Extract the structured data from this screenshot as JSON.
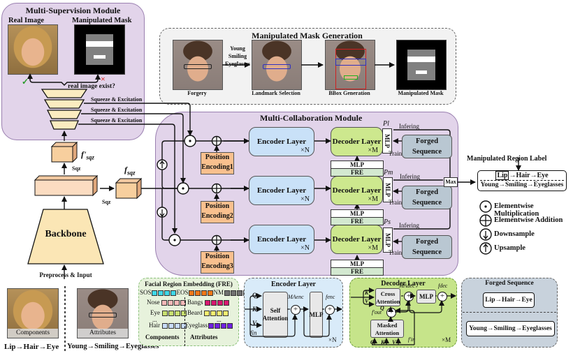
{
  "msm": {
    "title": "Multi-Supervision Module",
    "real_image_label": "Real Image",
    "mask_label": "Manipulated Mask",
    "question": "real image exist?",
    "check_icon": "✓",
    "cross_icon": "×",
    "se_labels": [
      "Squeeze & Excitation",
      "Squeeze & Excitation",
      "Squeeze & Excitation"
    ]
  },
  "mmg": {
    "title": "Manipulated Mask Generation",
    "steps": [
      "Forgery",
      "Landmark Selection",
      "BBox Generation",
      "Manipulated Mask"
    ],
    "attr_text": [
      "Young",
      "Smiling",
      "Eyeglasses"
    ]
  },
  "backbone": {
    "label": "Backbone",
    "input_label": "Preprocess & Input",
    "sqz_label": "Sqz",
    "f_sqz_prime": "f'sqz",
    "f_sqz": "fsqz"
  },
  "mcm": {
    "title": "Multi-Collaboration Module",
    "encoder_label": "Encoder Layer",
    "decoder_label": "Decoder Layer",
    "xN": "×N",
    "xM": "×M",
    "position_encodings": [
      [
        "Position",
        "Encoding1"
      ],
      [
        "Position",
        "Encoding2"
      ],
      [
        "Position",
        "Encoding3"
      ]
    ],
    "mlp": "MLP",
    "fre": "FRE",
    "p_labels": [
      "Pl",
      "Pm",
      "Ps"
    ],
    "infering": "Infering",
    "train": "Train",
    "forged_sequence": [
      "Forged",
      "Sequence"
    ],
    "max": "Max"
  },
  "output": {
    "title": "Manipulated Region Label",
    "components_seq": [
      "Lip",
      "Hair",
      "Eye"
    ],
    "attributes_seq": "Young→Smiling→Eyeglasses",
    "arrow": "→"
  },
  "legend": [
    {
      "icon": "⊙",
      "label": "Elementwise Multiplication"
    },
    {
      "icon": "⊕",
      "label": "Elementwise Addition"
    },
    {
      "icon": "↓",
      "label": "Downsample"
    },
    {
      "icon": "↑",
      "label": "Upsample"
    }
  ],
  "inputs": {
    "components_label": "Components",
    "attributes_label": "Attributes",
    "components_seq": "Lip→Hair→Eye",
    "attributes_seq": "Young→Smiling→Eyeglasses"
  },
  "fre_panel": {
    "title": "Facial Region Embedding (FRE)",
    "sos": "SOS",
    "eos": "EOS",
    "nm": "NM",
    "components": [
      "Nose",
      "Eye",
      "...",
      "Hair"
    ],
    "attributes": [
      "Bangs",
      "Beard",
      "...",
      "Eyeglass"
    ],
    "components_label": "Components",
    "attributes_label": "Attributes",
    "colors": {
      "sos": "#3fd8e8",
      "eos": "#f07818",
      "nm": "#707070",
      "nose": "#f4b8b8",
      "eye": "#c8e070",
      "hair": "#c8dcf8",
      "bangs": "#d81870",
      "beard": "#f8f070",
      "eyeglass": "#7020e0"
    }
  },
  "enc_panel": {
    "title": "Encoder Layer",
    "q": "Q",
    "k": "K",
    "v": "V",
    "fin": "fin",
    "sa": [
      "Self",
      "Attention"
    ],
    "ma": "MAenc",
    "mlp": "MLP",
    "fenc": "fenc",
    "xN": "×N"
  },
  "dec_panel": {
    "title": "Decoder Layer",
    "ca": [
      "Cross",
      "Attention"
    ],
    "ma": [
      "Masked",
      "Attention"
    ],
    "mlp": "MLP",
    "madec": "MAdec",
    "fdec": "fdec",
    "fout": "f'out",
    "fin": "f'in",
    "k": "K",
    "v": "V",
    "q": "Q",
    "q2": "Q'",
    "k2": "K'",
    "v2": "V'",
    "xM": "×M"
  },
  "fs_panel": {
    "title": "Forged Sequence",
    "components_seq": "Lip→Hair→Eye",
    "attributes_seq": "Young→Smiling→Eyeglasses"
  }
}
